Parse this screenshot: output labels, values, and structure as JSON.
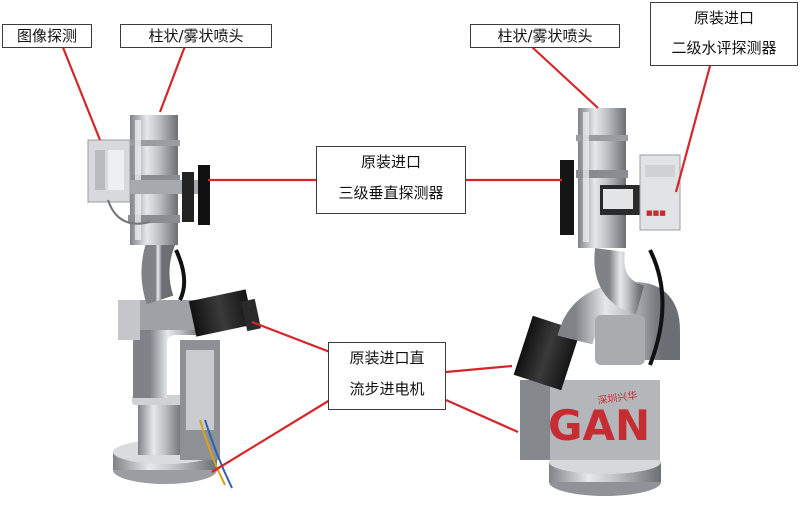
{
  "labels": {
    "image_detector": "图像探测",
    "nozzle_left": "柱状/雾状喷头",
    "nozzle_right": "柱状/雾状喷头",
    "imported_level": {
      "line1": "原装进口",
      "line2": "二级水评探测器"
    },
    "imported_vertical": {
      "line1": "原装进口",
      "line2": "三级垂直探测器"
    },
    "stepper_motor": {
      "line1": "原装进口直",
      "line2": "流步进电机"
    }
  },
  "logo_text": "GAN",
  "device_stamp": "深圳兴华",
  "colors": {
    "leader_line": "#d4262b",
    "steel": "#b9bcc0",
    "steel_dark": "#6e7276",
    "motor_black": "#1e1e1e"
  }
}
